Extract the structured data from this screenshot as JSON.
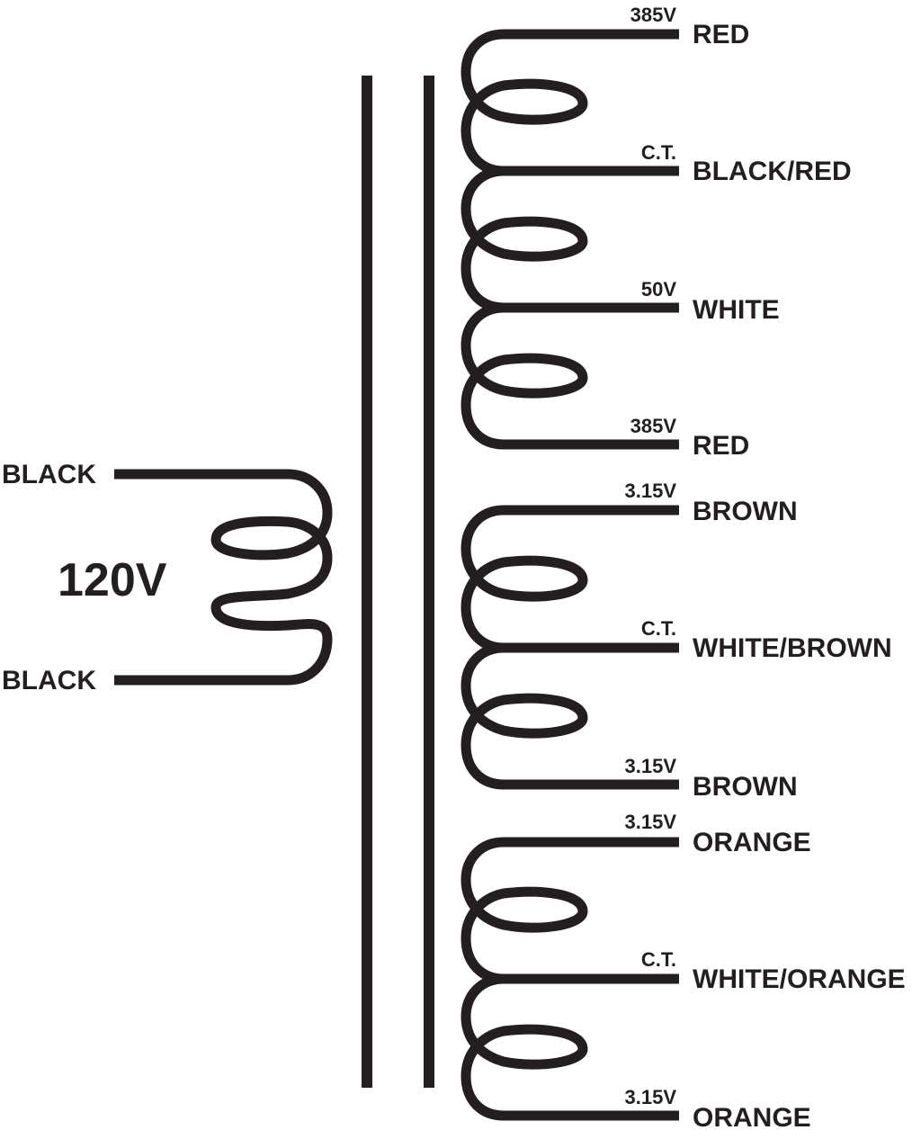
{
  "colors": {
    "ink": "#231f20",
    "background": "#ffffff"
  },
  "primary": {
    "voltage": "120V",
    "top_lead": "BLACK",
    "bottom_lead": "BLACK"
  },
  "secondaries": [
    {
      "taps": [
        {
          "voltage": "385V",
          "wire": "RED"
        },
        {
          "voltage": "C.T.",
          "wire": "BLACK/RED"
        },
        {
          "voltage": "50V",
          "wire": "WHITE"
        },
        {
          "voltage": "385V",
          "wire": "RED"
        }
      ]
    },
    {
      "taps": [
        {
          "voltage": "3.15V",
          "wire": "BROWN"
        },
        {
          "voltage": "C.T.",
          "wire": "WHITE/BROWN"
        },
        {
          "voltage": "3.15V",
          "wire": "BROWN"
        }
      ]
    },
    {
      "taps": [
        {
          "voltage": "3.15V",
          "wire": "ORANGE"
        },
        {
          "voltage": "C.T.",
          "wire": "WHITE/ORANGE"
        },
        {
          "voltage": "3.15V",
          "wire": "ORANGE"
        }
      ]
    }
  ]
}
